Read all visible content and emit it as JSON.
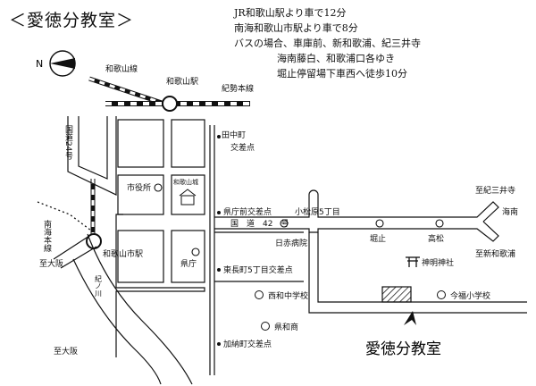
{
  "title": "＜愛徳分教室＞",
  "access": [
    "JR和歌山駅より車で12分",
    "南海和歌山市駅より車で8分",
    "バスの場合、車庫前、新和歌浦、紀三井寺",
    "海南藤白、和歌浦口各ゆき",
    "堀止停留場下車西へ徒歩10分"
  ],
  "map": {
    "north": "N",
    "wakayama_line": "和歌山線",
    "wakayama_station": "和歌山駅",
    "kisei_line": "紀勢本線",
    "route24": "国道24号",
    "tanakamachi": "田中町",
    "tanakamachi_cross": "交差点",
    "city_hall": "市役所",
    "castle": "和歌山城",
    "kencho_mae": "県庁前交差点",
    "komatsubara": "小松原5丁目",
    "to_kimiidera": "至紀三井寺",
    "kainan": "海南",
    "route42": "国　道　42　号",
    "nankai_line": "南海本線",
    "wakayamashi_station": "和歌山市駅",
    "nisseki": "日赤病院",
    "horidome": "堀止",
    "takamatsu": "高松",
    "to_osaka_1": "至大阪",
    "kencho": "県庁",
    "shinmei": "神明神社",
    "to_shinwaka": "至新和歌浦",
    "river": "紀ノ川",
    "higashinagacho": "東長町5丁目交差点",
    "nishiwa": "西和中学校",
    "imafuku": "今福小学校",
    "kenwa": "県和商",
    "school": "愛徳分教室",
    "to_osaka_2": "至大阪",
    "kanocho": "加納町交差点"
  }
}
